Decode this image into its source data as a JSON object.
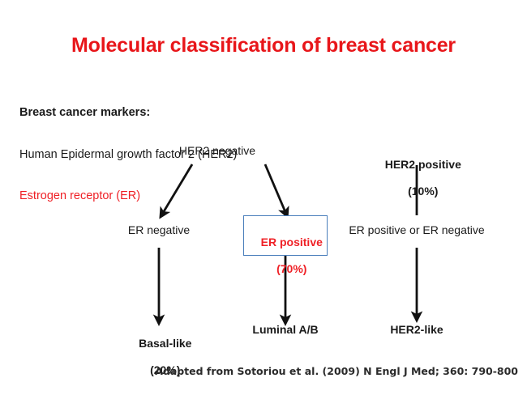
{
  "slide": {
    "title": "Molecular classification of breast cancer",
    "title_color": "#e8161a",
    "background_color": "#ffffff"
  },
  "markers": {
    "heading": "Breast cancer markers:",
    "her2_line": "Human Epidermal growth factor 2 (HER2)",
    "er_line": "Estrogen receptor (ER)",
    "er_line_color": "#ef2026"
  },
  "diagram": {
    "her2_negative": "HER2 negative",
    "her2_positive_line1": "HER2 positive",
    "her2_positive_line2": "(10%)",
    "er_negative": "ER negative",
    "er_positive_line1": "ER positive",
    "er_positive_line2": "(70%)",
    "er_positive_color": "#ef2026",
    "er_positive_box_border_color": "#4a7ebb",
    "er_mixed": "ER positive or ER negative",
    "basal_line1": "Basal-like",
    "basal_line2": "(20%)",
    "luminal": "Luminal A/B",
    "her2_like": "HER2-like",
    "arrow_color": "#111111"
  },
  "citation": {
    "text": "Adapted from Sotoriou et al. (2009) N Engl J Med; 360: 790-800"
  }
}
